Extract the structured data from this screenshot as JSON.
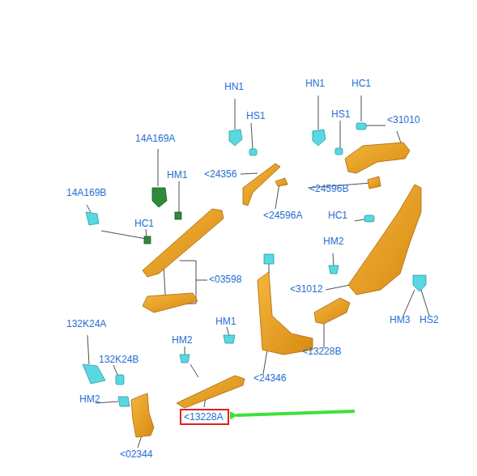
{
  "diagram": {
    "nodes": [
      {
        "text": [
          "<13228A"
        ]
      }
    ],
    "labels": [
      "HN1",
      "HS1",
      "HN1",
      "HC1",
      "HS1",
      "<31010",
      "14A169A",
      "<24356",
      "<24596B",
      "HM1",
      "<24596A",
      "14A169B",
      "HC1",
      "HC1",
      "<03598",
      "HM2",
      "<31012",
      "HM3",
      "HS2",
      "132K24A",
      "HM2",
      "HM1",
      "<13228B",
      "132K24B",
      "<24346",
      "HM2",
      "<02344"
    ]
  }
}
